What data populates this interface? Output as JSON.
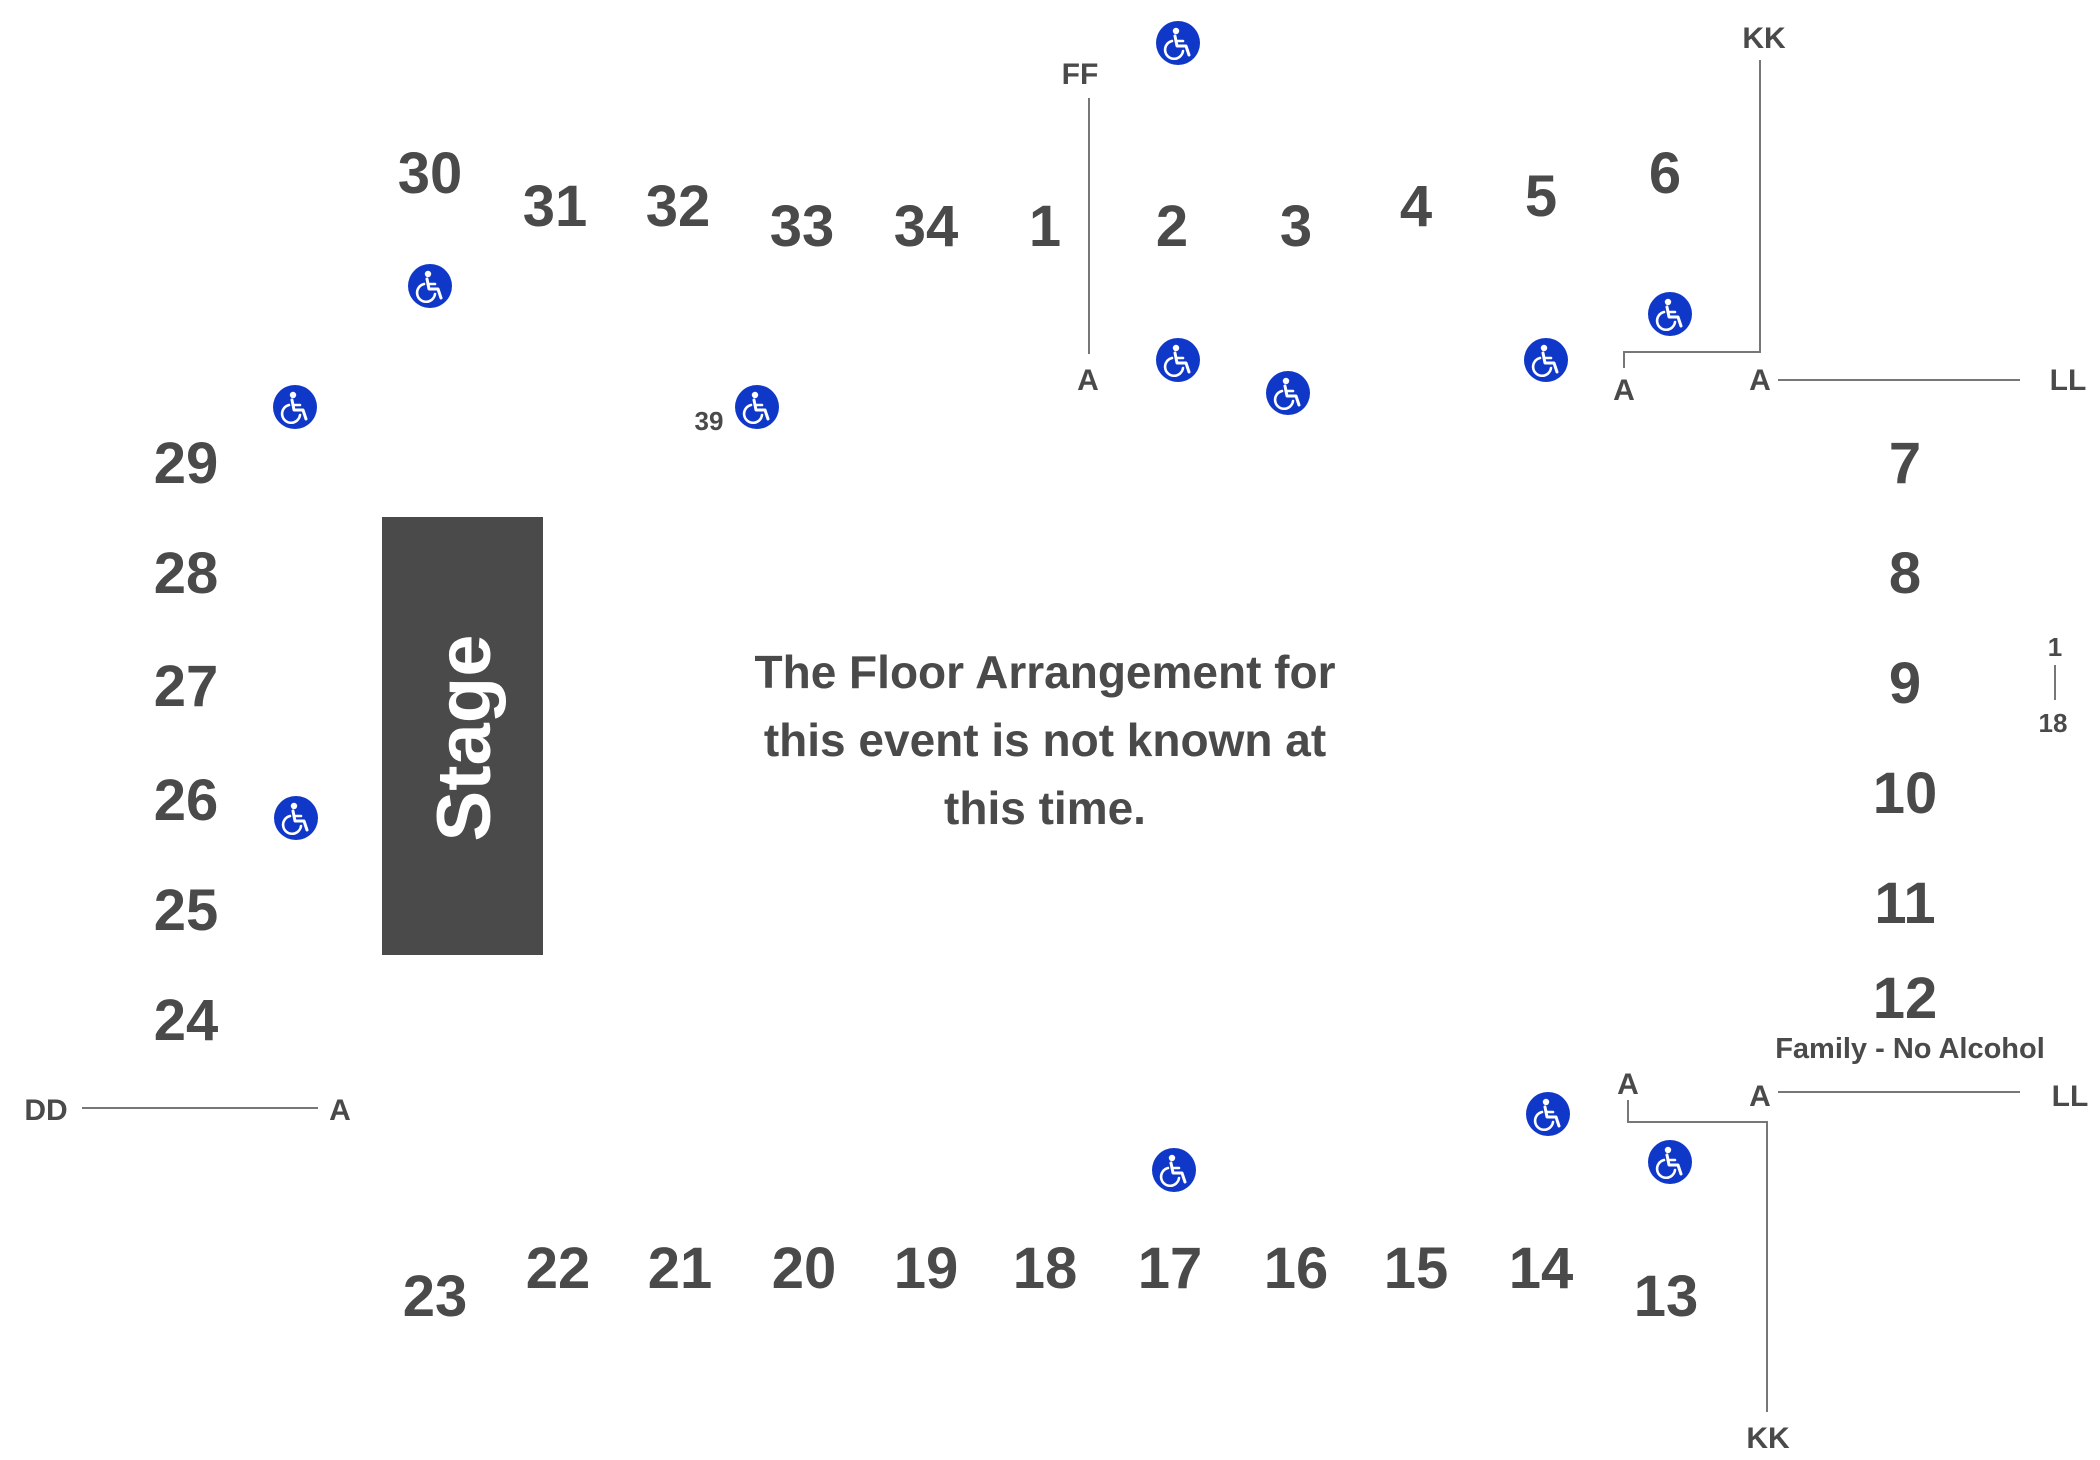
{
  "stage": {
    "label": "Stage",
    "color": "#4a4a4a"
  },
  "message": {
    "line1": "The Floor Arrangement for",
    "line2": "this event is not known at",
    "line3": "this time."
  },
  "family_label": "Family - No Alcohol",
  "sections": {
    "s1": "1",
    "s2": "2",
    "s3": "3",
    "s4": "4",
    "s5": "5",
    "s6": "6",
    "s7": "7",
    "s8": "8",
    "s9": "9",
    "s10": "10",
    "s11": "11",
    "s12": "12",
    "s13": "13",
    "s14": "14",
    "s15": "15",
    "s16": "16",
    "s17": "17",
    "s18": "18",
    "s19": "19",
    "s20": "20",
    "s21": "21",
    "s22": "22",
    "s23": "23",
    "s24": "24",
    "s25": "25",
    "s26": "26",
    "s27": "27",
    "s28": "28",
    "s29": "29",
    "s30": "30",
    "s31": "31",
    "s32": "32",
    "s33": "33",
    "s34": "34"
  },
  "row_markers": {
    "ff_top": "FF",
    "ff_bottom": "A",
    "kk_top": "KK",
    "kk_top_a": "A",
    "ll_top_a": "A",
    "ll_top": "LL",
    "ll_bottom_a": "A",
    "ll_bottom": "LL",
    "kk_bottom_a": "A",
    "kk_bottom": "KK",
    "dd_left": "DD",
    "dd_a": "A",
    "seat_1": "1",
    "seat_18": "18",
    "sec_39": "39"
  },
  "icons": {
    "accessible": "wheelchair-icon",
    "accessible_color": "#1038c8"
  }
}
